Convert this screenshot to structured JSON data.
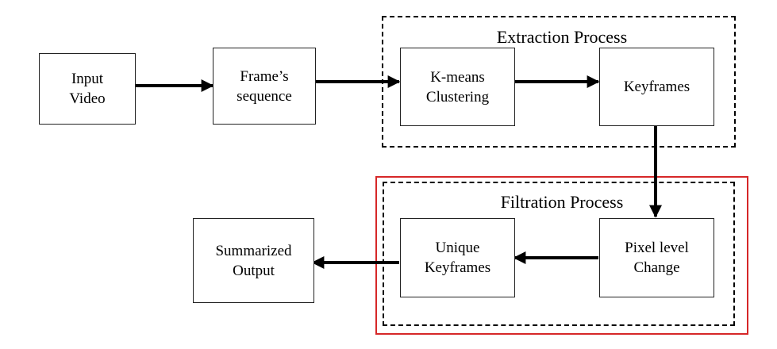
{
  "nodes": {
    "input_video": "Input\nVideo",
    "frames_sequence": "Frame’s\nsequence",
    "kmeans": "K-means\nClustering",
    "keyframes": "Keyframes",
    "pixel_change": "Pixel level\nChange",
    "unique_keyframes": "Unique\nKeyframes",
    "summarized_output": "Summarized\nOutput"
  },
  "groups": {
    "extraction": "Extraction Process",
    "filtration": "Filtration Process"
  },
  "colors": {
    "highlight": "#d62728",
    "line": "#000000"
  }
}
